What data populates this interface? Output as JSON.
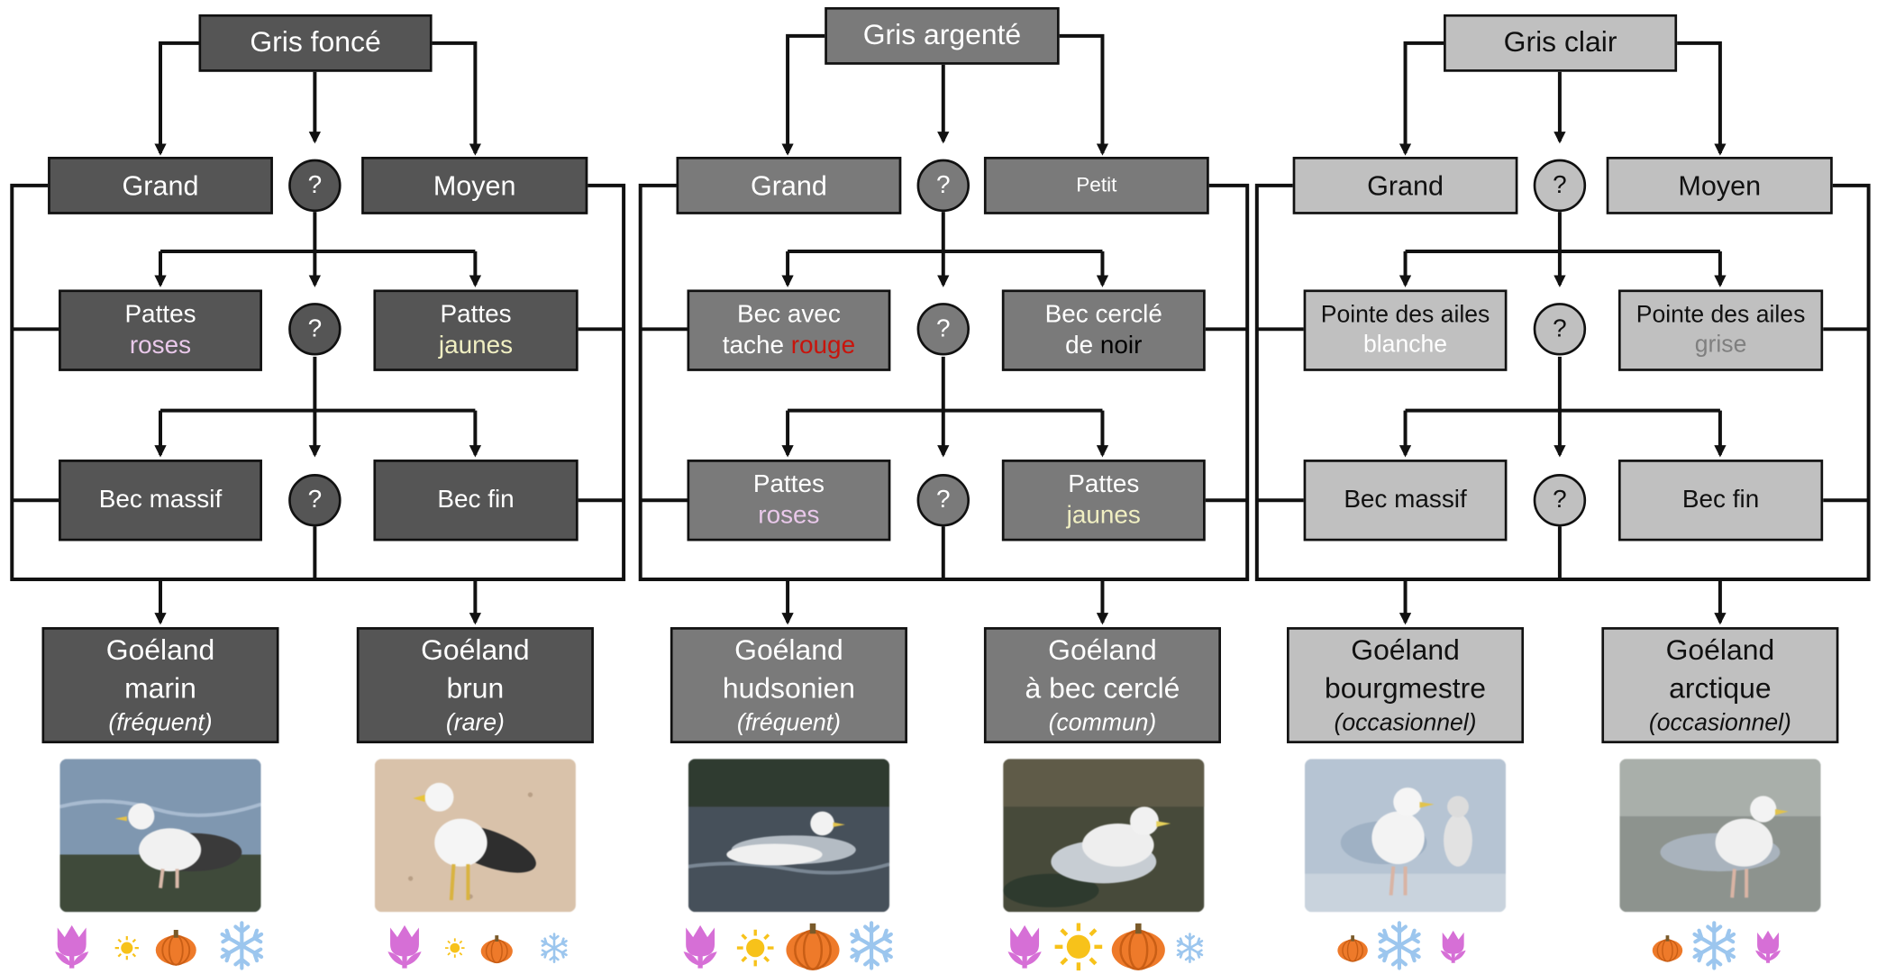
{
  "panels": [
    {
      "root": "Gris foncé",
      "size_left": "Grand",
      "size_right": "Moyen",
      "q_label": "?",
      "crit2_left": {
        "line1": "Pattes",
        "word": "roses",
        "word_color": "pink"
      },
      "crit2_right": {
        "line1": "Pattes",
        "word": "jaunes",
        "word_color": "yellow"
      },
      "crit3_left": "Bec massif",
      "crit3_right": "Bec fin",
      "result_left": {
        "line1": "Goéland",
        "line2": "marin",
        "freq": "(fréquent)"
      },
      "result_right": {
        "line1": "Goéland",
        "line2": "brun",
        "freq": "(rare)"
      }
    },
    {
      "root": "Gris argenté",
      "size_left": "Grand",
      "size_right": "Petit",
      "q_label": "?",
      "crit2_left": {
        "line1": "Bec avec",
        "prefix": "tache ",
        "word": "rouge",
        "word_color": "red"
      },
      "crit2_right": {
        "line1": "Bec cerclé",
        "prefix": "de ",
        "word": "noir",
        "word_color": "black"
      },
      "crit3_left": {
        "line1": "Pattes",
        "word": "roses",
        "word_color": "pink"
      },
      "crit3_right": {
        "line1": "Pattes",
        "word": "jaunes",
        "word_color": "yellow"
      },
      "result_left": {
        "line1": "Goéland",
        "line2": "hudsonien",
        "freq": "(fréquent)"
      },
      "result_right": {
        "line1": "Goéland",
        "line2": "à bec cerclé",
        "freq": "(commun)"
      }
    },
    {
      "root": "Gris clair",
      "size_left": "Grand",
      "size_right": "Moyen",
      "q_label": "?",
      "crit2_left": {
        "line1": "Pointe des ailes",
        "word": "blanche",
        "word_color": "white"
      },
      "crit2_right": {
        "line1": "Pointe des ailes",
        "word": "grise",
        "word_color": "grey"
      },
      "crit3_left": "Bec massif",
      "crit3_right": "Bec fin",
      "result_left": {
        "line1": "Goéland",
        "line2": "bourgmestre",
        "freq": "(occasionnel)"
      },
      "result_right": {
        "line1": "Goéland",
        "line2": "arctique",
        "freq": "(occasionnel)"
      }
    }
  ],
  "colors": {
    "panel1_fill": "#555555",
    "panel2_fill": "#7a7a7a",
    "panel3_fill": "#c0c0c0",
    "pink": "#e9c8ea",
    "yellow": "#f0efc2",
    "red": "#c8140c",
    "tulip": "#d66fd6",
    "sun": "#f7c21a",
    "pumpkin": "#ee7a2a",
    "snow": "#9cc6ee"
  },
  "season_icons": [
    "tulip-icon",
    "sun-icon",
    "pumpkin-icon",
    "snowflake-icon"
  ],
  "season_presence": [
    {
      "bird": "Goéland marin",
      "tulip": "large",
      "sun": "small",
      "pumpkin": "medium",
      "snowflake": "large"
    },
    {
      "bird": "Goéland brun",
      "tulip": "large",
      "sun": "small",
      "pumpkin": "small",
      "snowflake": "small"
    },
    {
      "bird": "Goéland hudsonien",
      "tulip": "large",
      "sun": "medium",
      "pumpkin": "large",
      "snowflake": "large"
    },
    {
      "bird": "Goéland à bec cerclé",
      "tulip": "large",
      "sun": "large",
      "pumpkin": "large",
      "snowflake": "small"
    },
    {
      "bird": "Goéland bourgmestre",
      "pumpkin": "small",
      "snowflake": "large",
      "tulip": "medium"
    },
    {
      "bird": "Goéland arctique",
      "pumpkin": "small",
      "snowflake": "large",
      "tulip": "medium"
    }
  ]
}
